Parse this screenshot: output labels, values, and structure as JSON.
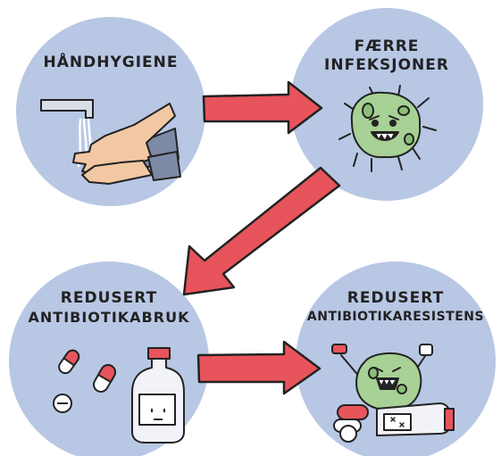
{
  "colors": {
    "circle": "#b8c7e4",
    "arrow": "#e8545b",
    "outline": "#222222",
    "germ": "#a7d195",
    "skin": "#f2c7a3",
    "sleeve": "#7e8aa5"
  },
  "nodes": [
    {
      "lines": [
        "HÅNDHYGIENE"
      ],
      "icon": "hand-washing-icon"
    },
    {
      "lines": [
        "FÆRRE",
        "INFEKSJONER"
      ],
      "icon": "germ-icon"
    },
    {
      "lines": [
        "REDUSERT",
        "ANTIBIOTIKABRUK"
      ],
      "icon": "pills-and-bottle-icon"
    },
    {
      "lines": [
        "REDUSERT",
        "ANTIBIOTIKARESISTENS"
      ],
      "icon": "resistant-germ-icon"
    }
  ],
  "edges": [
    {
      "from": 0,
      "to": 1
    },
    {
      "from": 1,
      "to": 2
    },
    {
      "from": 2,
      "to": 3
    }
  ]
}
